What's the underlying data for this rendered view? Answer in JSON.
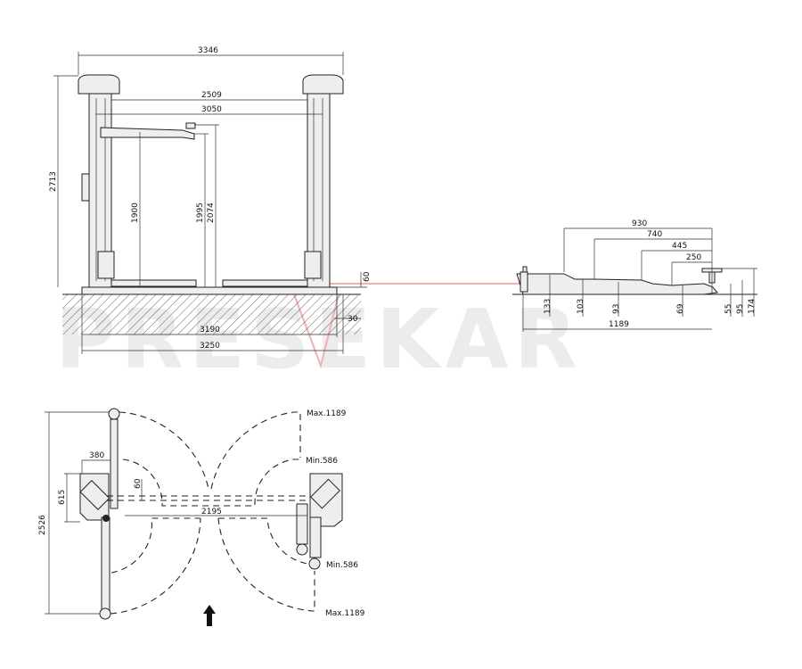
{
  "watermark": "PRESEKAR",
  "front_view": {
    "overall_width": "3346",
    "inner_width": "2509",
    "arm_span": "3050",
    "height_total": "2713",
    "lift_height_1": "1900",
    "lift_height_2": "1995",
    "lift_height_3": "2074",
    "base_height": "60",
    "depth": "30",
    "base_width_1": "3190",
    "base_width_2": "3250"
  },
  "side_view": {
    "arm_930": "930",
    "arm_740": "740",
    "arm_445": "445",
    "arm_250": "250",
    "h133": "133",
    "h103": "103",
    "h93": "93",
    "h69": "69",
    "h55": "55",
    "h95": "95",
    "h174": "174",
    "length": "1189"
  },
  "top_view": {
    "overall_depth": "2526",
    "base_380": "380",
    "base_615": "615",
    "offset_60": "60",
    "between": "2195",
    "max_top": "Max.1189",
    "min_top": "Min.586",
    "min_bottom": "Min.586",
    "max_bottom": "Max.1189"
  },
  "colors": {
    "line": "#222222",
    "watermark": "#ececec",
    "accent": "#e05050"
  }
}
